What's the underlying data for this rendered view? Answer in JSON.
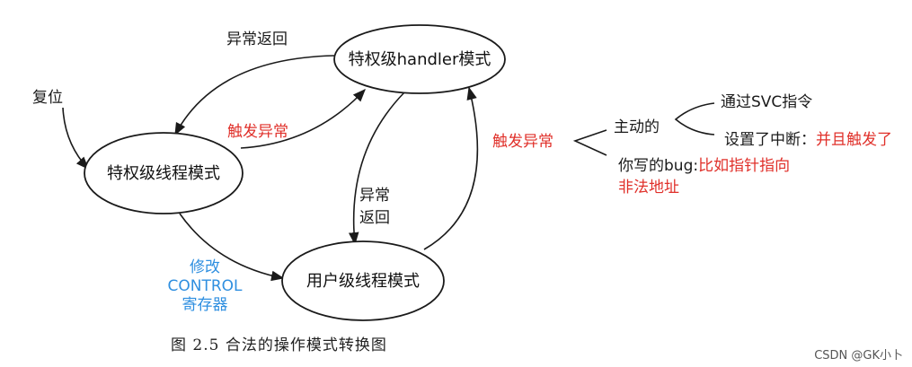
{
  "nodes": {
    "handler": "特权级handler模式",
    "privileged_thread": "特权级线程模式",
    "user_thread": "用户级线程模式"
  },
  "labels": {
    "reset": "复位",
    "exception_return_top": "异常返回",
    "trigger_exception_left": "触发异常",
    "exception_return_mid_line1": "异常",
    "exception_return_mid_line2": "返回",
    "modify_control_line1": "修改",
    "modify_control_line2": "CONTROL",
    "modify_control_line3": "寄存器",
    "trigger_exception_right": "触发异常"
  },
  "annotations": {
    "active": "主动的",
    "svc": "通过SVC指令",
    "interrupt_prefix": "设置了中断：",
    "interrupt_suffix": "并且触发了",
    "bug_prefix": "你写的bug:",
    "bug_suffix_line1": "比如指针指向",
    "bug_suffix_line2": "非法地址"
  },
  "caption": "图 2.5    合法的操作模式转换图",
  "watermark": "CSDN @GK小卜",
  "colors": {
    "text": "#1a1a1a",
    "red": "#e0302a",
    "blue": "#2f8fe0",
    "background": "#ffffff"
  }
}
